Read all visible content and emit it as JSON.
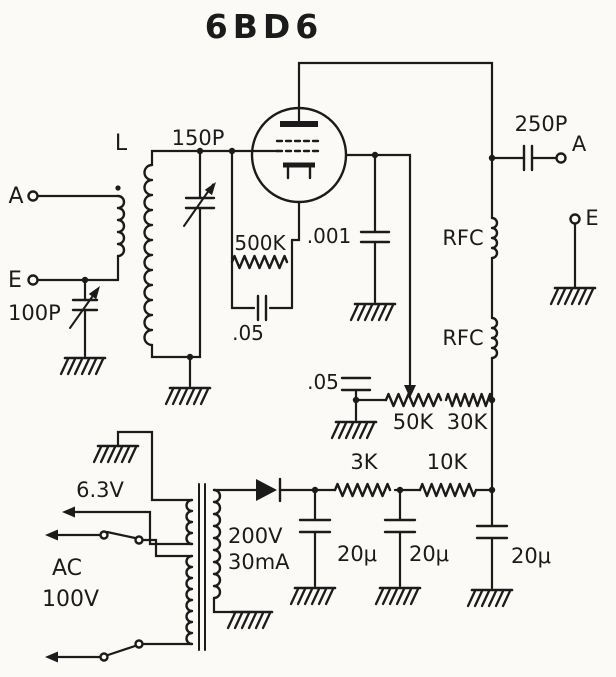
{
  "page": {
    "background": "#fbfaf7",
    "ink": "#1b1b1b"
  },
  "title": "6BD6",
  "labels": {
    "coil": "L",
    "cap_150p": "150P",
    "cap_250p": "250P",
    "cap_100p": "100P",
    "cap_05_grid": ".05",
    "cap_001": ".001",
    "cap_05_screen": ".05",
    "res_500k": "500K",
    "res_50k": "50K",
    "res_30k": "30K",
    "res_3k": "3K",
    "res_10k": "10K",
    "rfc_top": "RFC",
    "rfc_bottom": "RFC",
    "terminal_a_left": "A",
    "terminal_e_left": "E",
    "terminal_a_right": "A",
    "terminal_e_right": "E",
    "heater_voltage": "6.3V",
    "ht_voltage": "200V",
    "ht_current": "30mA",
    "mains_ac": "AC",
    "mains_voltage": "100V",
    "cap_20u_1": "20μ",
    "cap_20u_2": "20μ",
    "cap_20u_3": "20μ"
  }
}
